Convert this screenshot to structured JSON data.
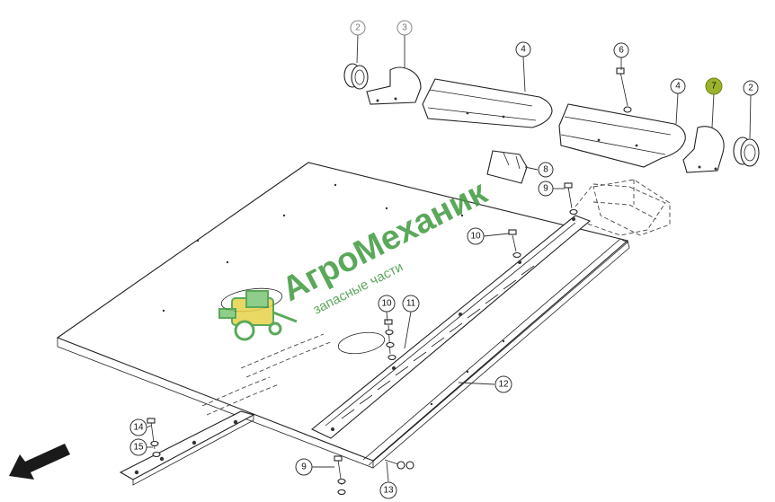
{
  "callouts": [
    "2",
    "3",
    "4",
    "6",
    "4",
    "7",
    "2",
    "8",
    "9",
    "10",
    "10",
    "11",
    "12",
    "14",
    "15",
    "9",
    "13"
  ],
  "highlight_color": "#9bb32a",
  "watermark": {
    "brand": "АгроМеханик",
    "tagline": "запасные части",
    "color": "#3f9a3f"
  },
  "direction_arrow": "arrow-down-left-icon"
}
